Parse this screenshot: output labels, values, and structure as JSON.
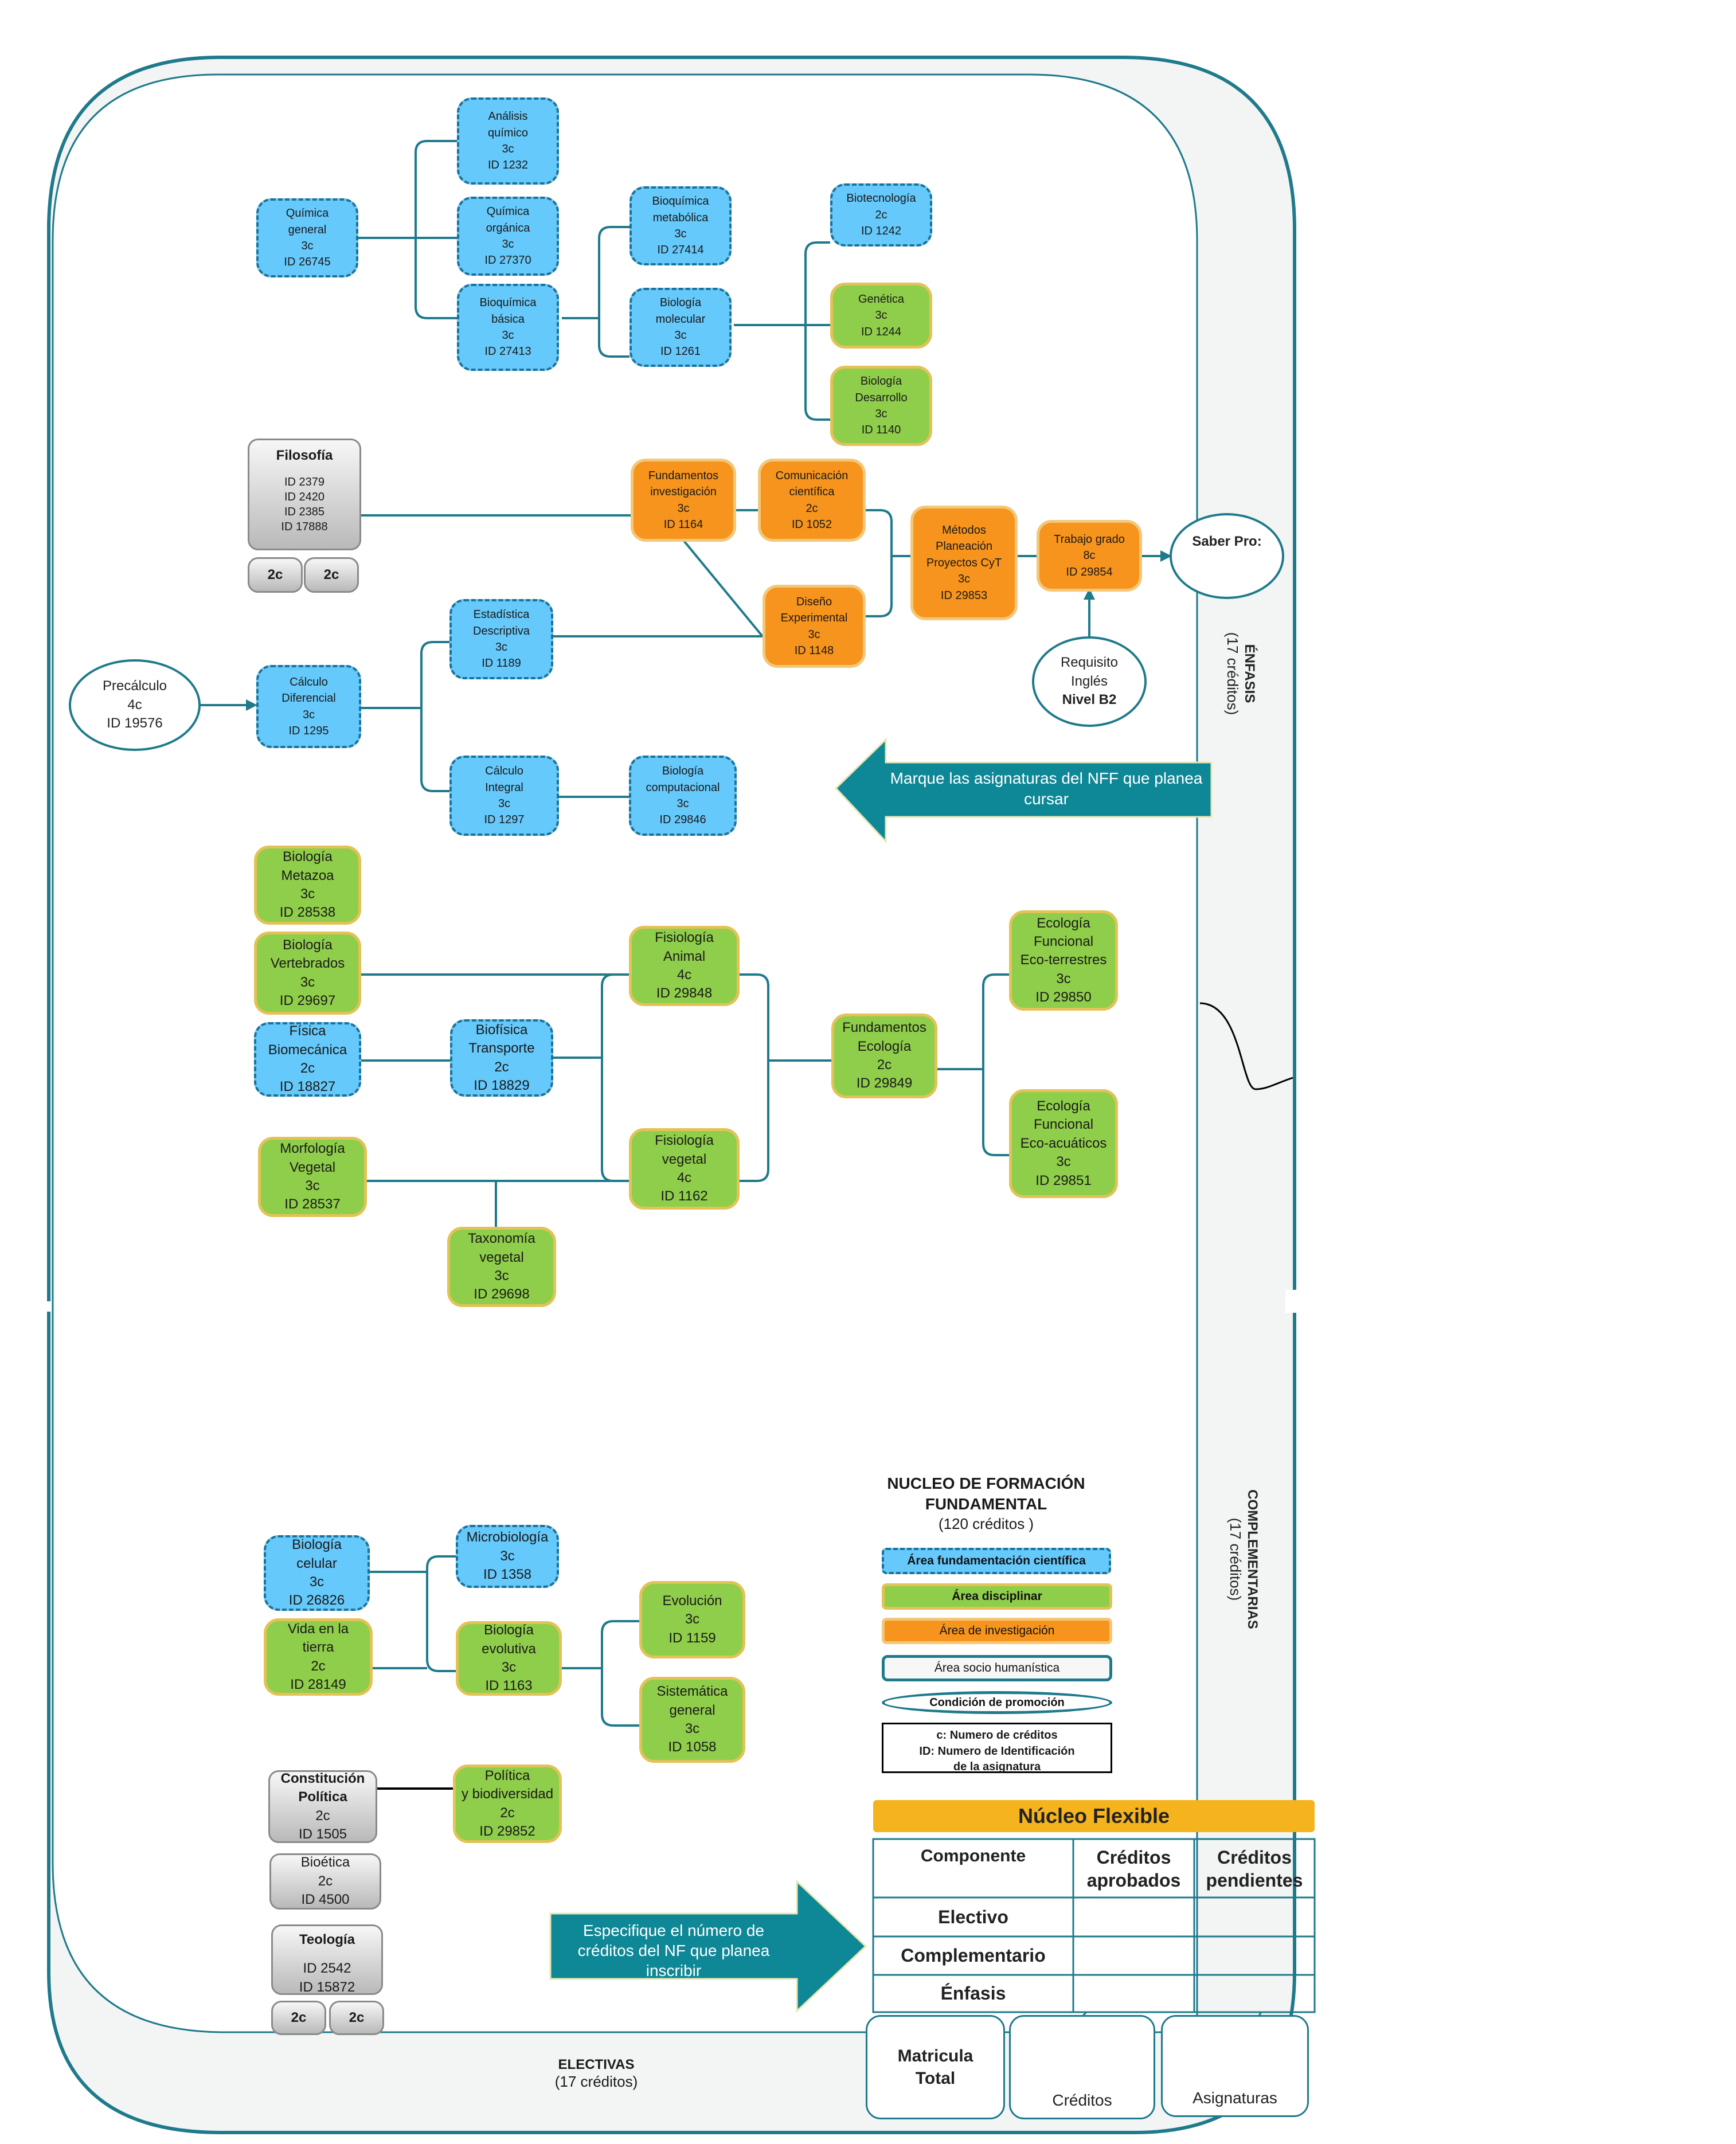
{
  "subjects": {
    "quimica_general": [
      "Química",
      "general",
      "3c",
      "ID 26745"
    ],
    "analisis_quimico": [
      "Análisis",
      "químico",
      "3c",
      "ID 1232"
    ],
    "quimica_organica": [
      "Química",
      "orgánica",
      "3c",
      "ID 27370"
    ],
    "bioquimica_basica": [
      "Bioquímica",
      "básica",
      "3c",
      "ID 27413"
    ],
    "bioquimica_metabolica": [
      "Bioquímica",
      "metabólica",
      "3c",
      "ID 27414"
    ],
    "biologia_molecular": [
      "Biología",
      "molecular",
      "3c",
      "ID 1261"
    ],
    "biotecnologia": [
      "Biotecnología",
      "2c",
      "ID 1242"
    ],
    "genetica": [
      "Genética",
      "3c",
      "ID 1244"
    ],
    "biologia_desarrollo": [
      "Biología",
      "Desarrollo",
      "3c",
      "ID 1140"
    ],
    "filosofia_title": "Filosofía",
    "filosofia_ids": [
      "ID  2379",
      "ID  2420",
      "ID 2385",
      "ID  17888"
    ],
    "filosofia_credits": [
      "2c",
      "2c"
    ],
    "fundamentos_investigacion": [
      "Fundamentos",
      "investigación",
      "3c",
      "ID 1164"
    ],
    "comunicacion_cientifica": [
      "Comunicación",
      "científica",
      "2c",
      "ID 1052"
    ],
    "diseno_experimental": [
      "Diseño",
      "Experimental",
      "3c",
      "ID 1148"
    ],
    "metodos_planeacion": [
      "Métodos",
      "Planeación",
      "Proyectos CyT",
      "3c",
      "ID 29853"
    ],
    "trabajo_grado": [
      "Trabajo grado",
      "8c",
      "ID 29854"
    ],
    "saber_pro": "Saber Pro:",
    "requisito_ingles": [
      "Requisito",
      "Inglés"
    ],
    "requisito_nivel": "Nivel B2",
    "precalculo": [
      "Precálculo",
      "4c",
      "ID 19576"
    ],
    "calculo_diferencial": [
      "Cálculo",
      "Diferencial",
      "3c",
      "ID 1295"
    ],
    "estadistica_descriptiva": [
      "Estadística",
      "Descriptiva",
      "3c",
      "ID 1189"
    ],
    "calculo_integral": [
      "Cálculo",
      "Integral",
      "3c",
      "ID 1297"
    ],
    "biologia_computacional": [
      "Biología",
      "computacional",
      "3c",
      "ID 29846"
    ],
    "biologia_metazoa": [
      "Biología",
      "Metazoa",
      "3c",
      "ID 28538"
    ],
    "biologia_vertebrados": [
      "Biología",
      "Vertebrados",
      "3c",
      "ID 29697"
    ],
    "fisica_biomecanica": [
      "Física",
      "Biomecánica",
      "2c",
      "ID 18827"
    ],
    "biofisica_transporte": [
      "Biofísica",
      "Transporte",
      "2c",
      "ID 18829"
    ],
    "fisiologia_animal": [
      "Fisiología",
      "Animal",
      "4c",
      "ID 29848"
    ],
    "fisiologia_vegetal": [
      "Fisiología",
      "vegetal",
      "4c",
      "ID 1162"
    ],
    "morfologia_vegetal": [
      "Morfología",
      "Vegetal",
      "3c",
      "ID 28537"
    ],
    "taxonomia_vegetal": [
      "Taxonomía",
      "vegetal",
      "3c",
      "ID 29698"
    ],
    "fundamentos_ecologia": [
      "Fundamentos",
      "Ecología",
      "2c",
      "ID 29849"
    ],
    "ecologia_terrestres": [
      "Ecología",
      "Funcional",
      "Eco-terrestres",
      "3c",
      "ID 29850"
    ],
    "ecologia_acuaticos": [
      "Ecología",
      "Funcional",
      "Eco-acuáticos",
      "3c",
      "ID 29851"
    ],
    "biologia_celular": [
      "Biología",
      "celular",
      "3c",
      "ID 26826"
    ],
    "vida_tierra": [
      "Vida en la",
      "tierra",
      "2c",
      "ID 28149"
    ],
    "microbiologia": [
      "Microbiología",
      "3c",
      "ID 1358"
    ],
    "biologia_evolutiva": [
      "Biología",
      "evolutiva",
      "3c",
      "ID 1163"
    ],
    "evolucion": [
      "Evolución",
      "3c",
      "ID 1159"
    ],
    "sistematica_general": [
      "Sistemática",
      "general",
      "3c",
      "ID 1058"
    ],
    "constitucion_title": [
      "Constitución",
      "Política"
    ],
    "constitucion_rest": [
      "2c",
      "ID 1505"
    ],
    "politica_biodiversidad": [
      "Política",
      "y biodiversidad",
      "2c",
      "ID 29852"
    ],
    "bioetica": [
      "Bioética",
      "2c",
      "ID 4500"
    ],
    "teologia_title": "Teología",
    "teologia_ids": [
      "ID 2542",
      "ID 15872"
    ],
    "teologia_credits": [
      "2c",
      "2c"
    ]
  },
  "callouts": {
    "nff": [
      "Marque las asignaturas del NFF  que planea",
      "cursar"
    ],
    "nf": [
      "Especifique el número de",
      "créditos del NF que planea",
      "inscribir"
    ]
  },
  "sections": {
    "enfasis_title": "ÉNFASIS",
    "enfasis_credits": "(17 créditos)",
    "complementarias_title": "COMPLEMENTARIAS",
    "complementarias_credits": "(17 créditos)",
    "electivas_title": "ELECTIVAS",
    "electivas_credits": "(17 créditos)"
  },
  "legend": {
    "title_lines": [
      "NUCLEO DE FORMACIÓN",
      "FUNDAMENTAL"
    ],
    "title_credits": "(120 créditos )",
    "items": [
      "Área fundamentación científica",
      "Área disciplinar",
      "Área de investigación",
      "Área socio humanística",
      "Condición de promoción"
    ],
    "key_lines": [
      "c: Numero de créditos",
      "ID: Numero de Identificación",
      "de la asignatura"
    ]
  },
  "nucleo_flexible": {
    "title": "Núcleo Flexible",
    "headers": {
      "componente": "Componente",
      "aprobados": [
        "Créditos",
        "aprobados"
      ],
      "pendientes": [
        "Créditos",
        "pendientes"
      ]
    },
    "rows": [
      "Electivo",
      "Complementario",
      "Énfasis"
    ]
  },
  "matricula": {
    "title": [
      "Matricula",
      "Total"
    ],
    "creditos": "Créditos",
    "asignaturas": "Asignaturas"
  },
  "colors": {
    "cientifica": "#66c9fb",
    "disciplinar": "#8fce4a",
    "investigacion": "#f7941d",
    "frame": "#1f7a8c",
    "callout": "#0e8796",
    "flexible_banner": "#f5b31e"
  }
}
